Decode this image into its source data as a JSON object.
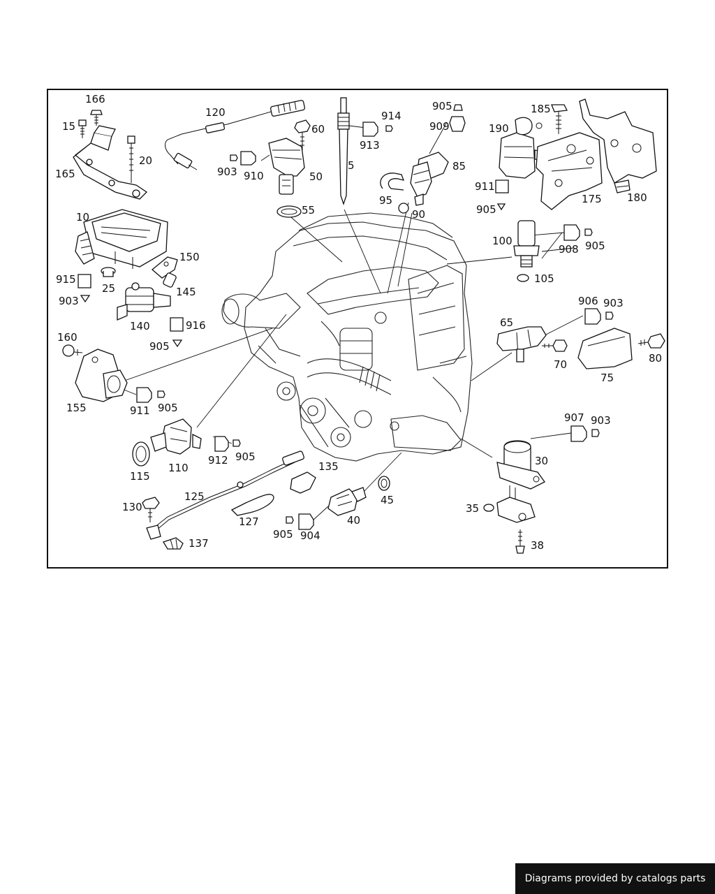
{
  "diagram": {
    "callouts": [
      {
        "id": "c166",
        "text": "166"
      },
      {
        "id": "c15",
        "text": "15"
      },
      {
        "id": "c120",
        "text": "120"
      },
      {
        "id": "c60",
        "text": "60"
      },
      {
        "id": "c20",
        "text": "20"
      },
      {
        "id": "c165",
        "text": "165"
      },
      {
        "id": "c903a",
        "text": "903"
      },
      {
        "id": "c910",
        "text": "910"
      },
      {
        "id": "c50",
        "text": "50"
      },
      {
        "id": "c55",
        "text": "55"
      },
      {
        "id": "c5",
        "text": "5"
      },
      {
        "id": "c914",
        "text": "914"
      },
      {
        "id": "c913",
        "text": "913"
      },
      {
        "id": "c905a",
        "text": "905"
      },
      {
        "id": "c909",
        "text": "909"
      },
      {
        "id": "c85",
        "text": "85"
      },
      {
        "id": "c95",
        "text": "95"
      },
      {
        "id": "c90",
        "text": "90"
      },
      {
        "id": "c185",
        "text": "185"
      },
      {
        "id": "c190",
        "text": "190"
      },
      {
        "id": "c911a",
        "text": "911"
      },
      {
        "id": "c905b",
        "text": "905"
      },
      {
        "id": "c175",
        "text": "175"
      },
      {
        "id": "c180",
        "text": "180"
      },
      {
        "id": "c10",
        "text": "10"
      },
      {
        "id": "c150",
        "text": "150"
      },
      {
        "id": "c915",
        "text": "915"
      },
      {
        "id": "c25",
        "text": "25"
      },
      {
        "id": "c903b",
        "text": "903"
      },
      {
        "id": "c145",
        "text": "145"
      },
      {
        "id": "c140",
        "text": "140"
      },
      {
        "id": "c916",
        "text": "916"
      },
      {
        "id": "c905c",
        "text": "905"
      },
      {
        "id": "c100",
        "text": "100"
      },
      {
        "id": "c908",
        "text": "908"
      },
      {
        "id": "c905d",
        "text": "905"
      },
      {
        "id": "c105",
        "text": "105"
      },
      {
        "id": "c906",
        "text": "906"
      },
      {
        "id": "c903c",
        "text": "903"
      },
      {
        "id": "c65",
        "text": "65"
      },
      {
        "id": "c70",
        "text": "70"
      },
      {
        "id": "c80",
        "text": "80"
      },
      {
        "id": "c75",
        "text": "75"
      },
      {
        "id": "c160",
        "text": "160"
      },
      {
        "id": "c155",
        "text": "155"
      },
      {
        "id": "c911b",
        "text": "911"
      },
      {
        "id": "c905e",
        "text": "905"
      },
      {
        "id": "c110",
        "text": "110"
      },
      {
        "id": "c912",
        "text": "912"
      },
      {
        "id": "c905f",
        "text": "905"
      },
      {
        "id": "c115",
        "text": "115"
      },
      {
        "id": "c135",
        "text": "135"
      },
      {
        "id": "c125",
        "text": "125"
      },
      {
        "id": "c130",
        "text": "130"
      },
      {
        "id": "c127",
        "text": "127"
      },
      {
        "id": "c137",
        "text": "137"
      },
      {
        "id": "c905g",
        "text": "905"
      },
      {
        "id": "c904",
        "text": "904"
      },
      {
        "id": "c40",
        "text": "40"
      },
      {
        "id": "c45",
        "text": "45"
      },
      {
        "id": "c907",
        "text": "907"
      },
      {
        "id": "c903d",
        "text": "903"
      },
      {
        "id": "c30",
        "text": "30"
      },
      {
        "id": "c35",
        "text": "35"
      },
      {
        "id": "c38",
        "text": "38"
      }
    ]
  },
  "footer": {
    "text": "Diagrams provided by catalogs parts"
  },
  "colors": {
    "line": "#111111",
    "background": "#ffffff",
    "footer_bg": "#111111",
    "footer_text": "#ffffff"
  }
}
